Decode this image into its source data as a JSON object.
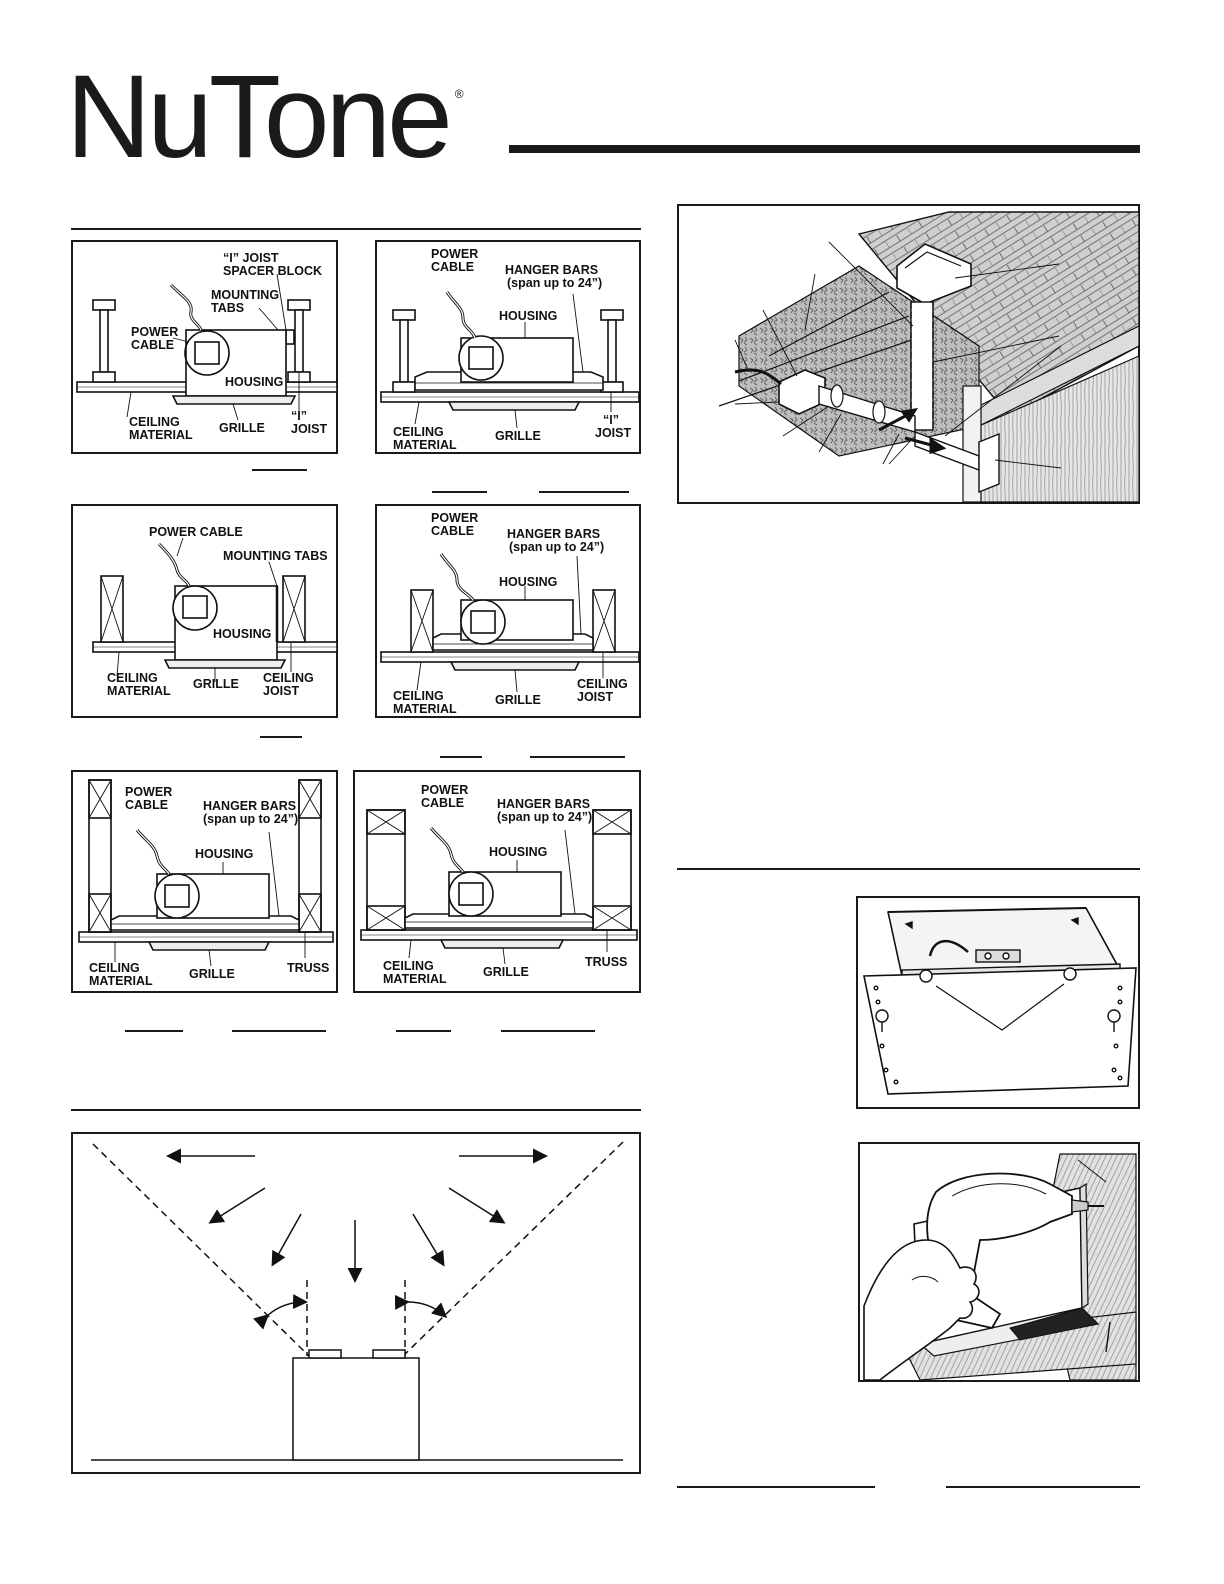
{
  "brand": {
    "name": "NuTone",
    "mark": "®"
  },
  "labels": {
    "i_joist_spacer_block": "“I” JOIST SPACER BLOCK",
    "i_joist_line1": "“I” JOIST",
    "i_joist_line2": "SPACER BLOCK",
    "mounting_tabs_line1": "MOUNTING",
    "mounting_tabs_line2": "TABS",
    "mounting_tabs": "MOUNTING TABS",
    "power_cable": "POWER CABLE",
    "power": "POWER",
    "cable": "CABLE",
    "housing": "HOUSING",
    "ceiling": "CEILING",
    "material": "MATERIAL",
    "grille": "GRILLE",
    "i_quote": "“I”",
    "joist": "JOIST",
    "hanger_bars": "HANGER BARS",
    "span": "(span up to 24”)",
    "truss": "TRUSS"
  }
}
